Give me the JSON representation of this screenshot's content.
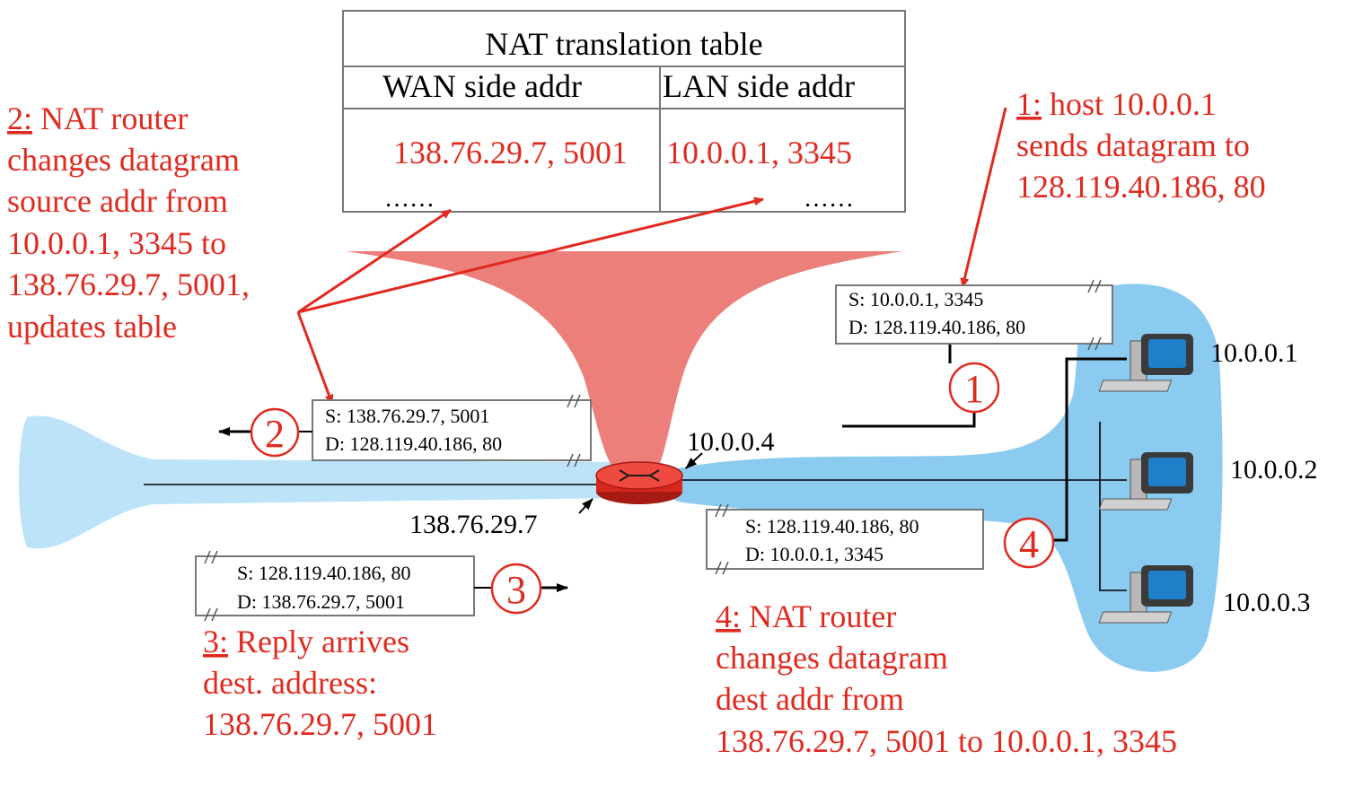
{
  "table": {
    "title": "NAT translation table",
    "col_wan": "WAN side addr",
    "col_lan": "LAN side addr",
    "row_wan": "138.76.29.7, 5001",
    "row_lan": "10.0.0.1, 3345",
    "ellipsis_wan": "……",
    "ellipsis_lan": "……"
  },
  "step1": {
    "num": "1:",
    "lines": [
      " host 10.0.0.1",
      "sends datagram to",
      "128.119.40.186, 80"
    ]
  },
  "step2": {
    "num": "2:",
    "lines": [
      " NAT router",
      "changes datagram",
      "source addr from",
      "10.0.0.1, 3345 to",
      "138.76.29.7, 5001,",
      "updates table"
    ]
  },
  "step3": {
    "num": "3:",
    "lines": [
      " Reply arrives",
      "dest. address:",
      "138.76.29.7, 5001"
    ]
  },
  "step4": {
    "num": "4:",
    "lines": [
      " NAT router",
      "changes datagram",
      "dest addr from",
      "138.76.29.7, 5001 to 10.0.0.1, 3345"
    ]
  },
  "packets": {
    "p1": {
      "s": "S: 10.0.0.1, 3345",
      "d": "D: 128.119.40.186, 80"
    },
    "p2": {
      "s": "S: 138.76.29.7, 5001",
      "d": "D: 128.119.40.186, 80"
    },
    "p3": {
      "s": "S: 128.119.40.186, 80",
      "d": "D: 138.76.29.7, 5001"
    },
    "p4": {
      "s": "S: 128.119.40.186, 80",
      "d": "D: 10.0.0.1, 3345"
    }
  },
  "circles": {
    "c1": "1",
    "c2": "2",
    "c3": "3",
    "c4": "4"
  },
  "addresses": {
    "router_lan": "10.0.0.4",
    "router_wan": "138.76.29.7",
    "host1": "10.0.0.1",
    "host2": "10.0.0.2",
    "host3": "10.0.0.3"
  },
  "colors": {
    "annotation_red": "#e02a1f",
    "funnel_red": "#ec7f7a",
    "wan_blue": "#bde3f8",
    "lan_blue": "#8ccbf0",
    "router_red": "#d9261c"
  },
  "icons": [
    "router-icon",
    "host-computer-icon"
  ]
}
